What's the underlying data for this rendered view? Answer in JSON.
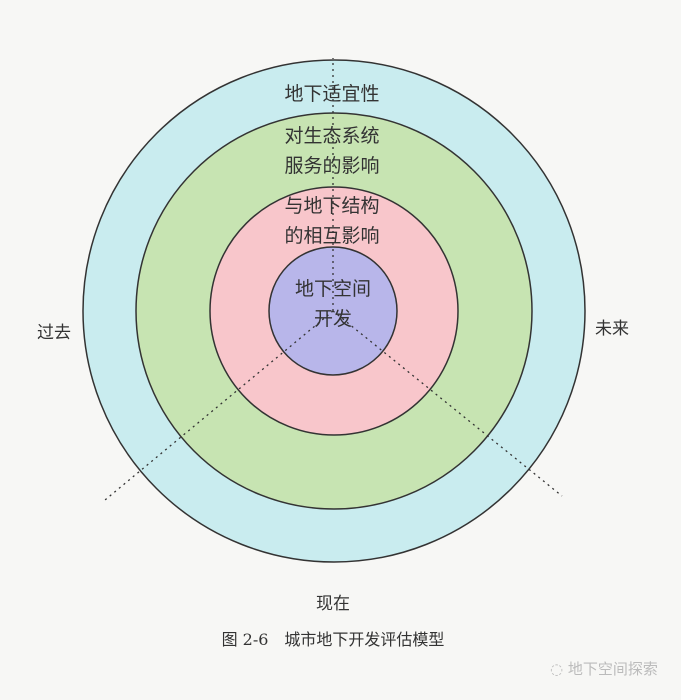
{
  "diagram": {
    "rings": [
      {
        "label": "地下适宜性",
        "color": "#c9ecef"
      },
      {
        "label_lines": [
          "对生态系统",
          "服务的影响"
        ],
        "color": "#c7e4b2"
      },
      {
        "label_lines": [
          "与地下结构",
          "的相互影响"
        ],
        "color": "#f8c6cb"
      },
      {
        "label_lines": [
          "地下空间",
          "开发"
        ],
        "color": "#b8b6ea"
      }
    ],
    "axes": {
      "past": "过去",
      "future": "未来",
      "present": "现在"
    }
  },
  "caption": "图 2-6　城市地下开发评估模型",
  "watermark": "地下空间探索"
}
